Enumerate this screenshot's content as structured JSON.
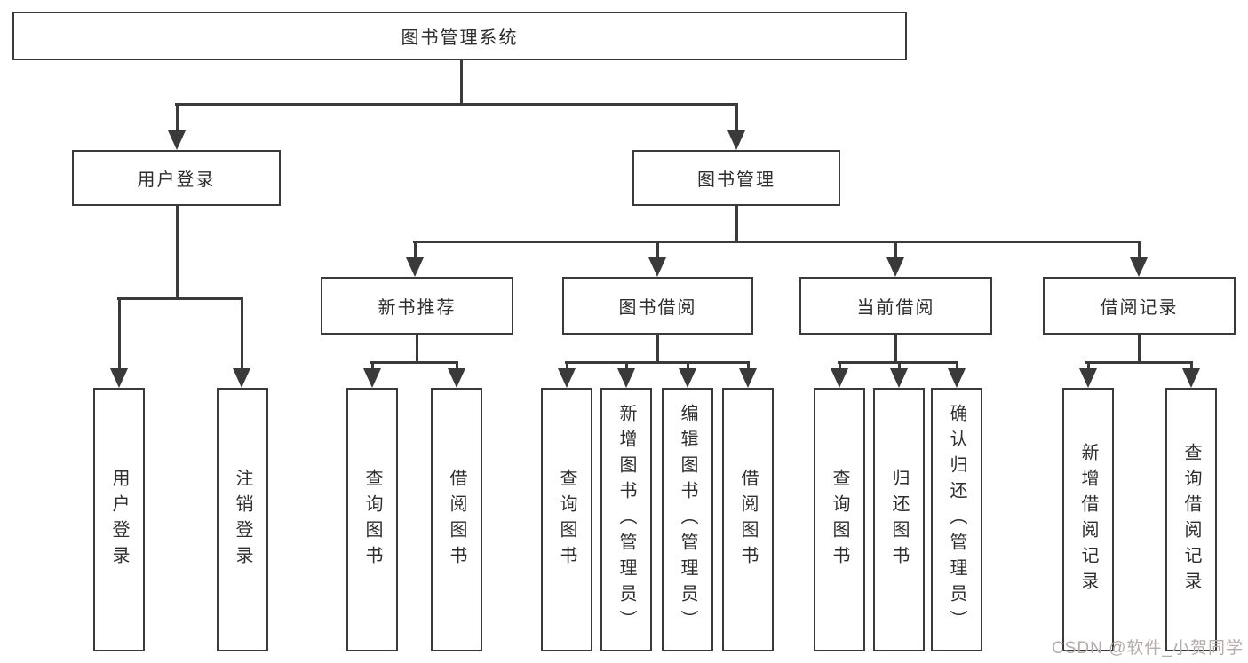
{
  "root": {
    "label": "图书管理系统"
  },
  "branches": {
    "user": {
      "label": "用户登录",
      "children": [
        {
          "label": "用户登录"
        },
        {
          "label": "注销登录"
        }
      ]
    },
    "book": {
      "label": "图书管理",
      "groups": [
        {
          "label": "新书推荐",
          "children": [
            {
              "label": "查询图书"
            },
            {
              "label": "借阅图书"
            }
          ]
        },
        {
          "label": "图书借阅",
          "children": [
            {
              "label": "查询图书"
            },
            {
              "label": "新增图书（管理员）"
            },
            {
              "label": "编辑图书（管理员）"
            },
            {
              "label": "借阅图书"
            }
          ]
        },
        {
          "label": "当前借阅",
          "children": [
            {
              "label": "查询图书"
            },
            {
              "label": "归还图书"
            },
            {
              "label": "确认归还（管理员）"
            }
          ]
        },
        {
          "label": "借阅记录",
          "children": [
            {
              "label": "新增借阅记录"
            },
            {
              "label": "查询借阅记录"
            }
          ]
        }
      ]
    }
  },
  "watermark": "CSDN @软件_小贺同学",
  "colors": {
    "line": "#3a3a3a",
    "text": "#2e2e2e",
    "watermark": "#b5abab",
    "background": "#ffffff"
  }
}
